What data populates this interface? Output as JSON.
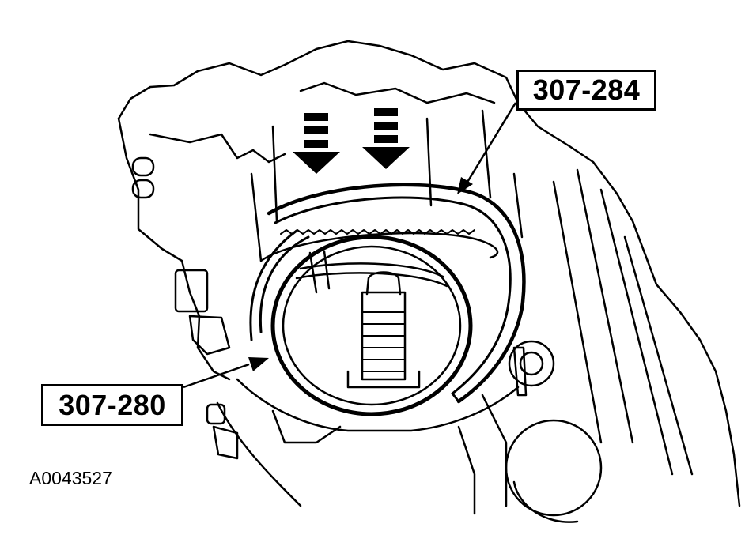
{
  "callouts": {
    "top_tool": "307-284",
    "bottom_tool": "307-280"
  },
  "figure_id": "A0043527",
  "colors": {
    "line": "#000000",
    "background": "#ffffff"
  },
  "icons": {
    "press_arrows": "down-arrow-icon",
    "leader_arrows": "leader-arrow-icon"
  }
}
